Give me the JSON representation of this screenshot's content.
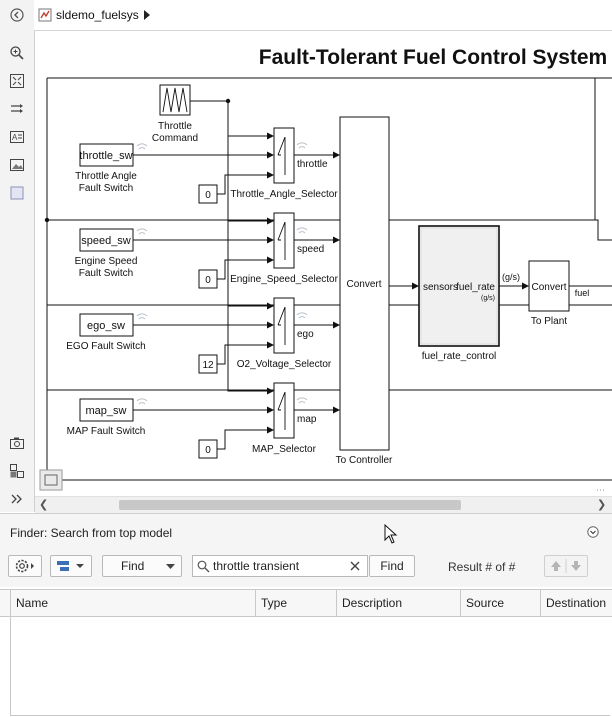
{
  "breadcrumb": {
    "model": "sldemo_fuelsys"
  },
  "diagram": {
    "title": "Fault-Tolerant Fuel Control System",
    "throttle_cmd": "Throttle\nCommand",
    "switches": [
      {
        "block": "throttle_sw",
        "label": "Throttle Angle\nFault Switch",
        "const": "0",
        "selector": "Throttle_Angle_Selector",
        "signal": "throttle"
      },
      {
        "block": "speed_sw",
        "label": "Engine Speed\nFault Switch",
        "const": "0",
        "selector": "Engine_Speed_Selector",
        "signal": "speed"
      },
      {
        "block": "ego_sw",
        "label": "EGO Fault Switch",
        "const": "12",
        "selector": "O2_Voltage_Selector",
        "signal": "ego"
      },
      {
        "block": "map_sw",
        "label": "MAP Fault Switch",
        "const": "0",
        "selector": "MAP_Selector",
        "signal": "map"
      }
    ],
    "to_controller": {
      "label": "Convert",
      "caption": "To Controller"
    },
    "fuel_rate_control": {
      "in_port": "sensors",
      "out_port": "fuel_rate",
      "out_unit": "(g/s)",
      "caption": "fuel_rate_control"
    },
    "signal_unit": "(g/s)",
    "to_plant": {
      "label": "Convert",
      "caption": "To Plant",
      "signal": "fuel"
    }
  },
  "finder": {
    "title": "Finder: Search from top model",
    "find_label": "Find",
    "search_value": "throttle transient",
    "search_button": "Find",
    "result_text": "Result # of #",
    "columns": [
      "Name",
      "Type",
      "Description",
      "Source",
      "Destination"
    ]
  }
}
